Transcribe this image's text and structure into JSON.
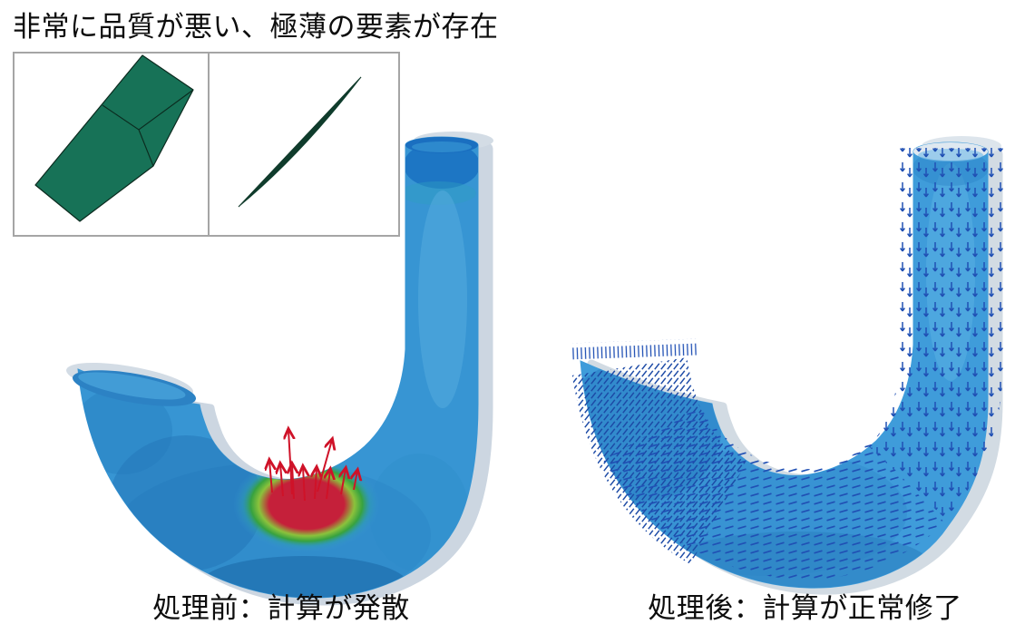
{
  "figure": {
    "title": "非常に品質が悪い、極薄の要素が存在",
    "before": {
      "caption": "処理前：計算が発散"
    },
    "after": {
      "caption": "処理後：計算が正常修了"
    }
  },
  "colors": {
    "background": "#ffffff",
    "text": "#0d0d0d",
    "pipe_blue": "#3795d3",
    "pipe_blue_light": "#55acdf",
    "pipe_blue_dark": "#1b72c2",
    "ghost_gray": "#ccd6e1",
    "hotspot_red": "#c5203a",
    "hotspot_ring_green": "#37a23f",
    "divergence_arrow_red": "#cf1228",
    "vector_arrow_blue": "#2050b4",
    "element_green": "#177257",
    "inset_border_gray": "#a5a5a5"
  }
}
